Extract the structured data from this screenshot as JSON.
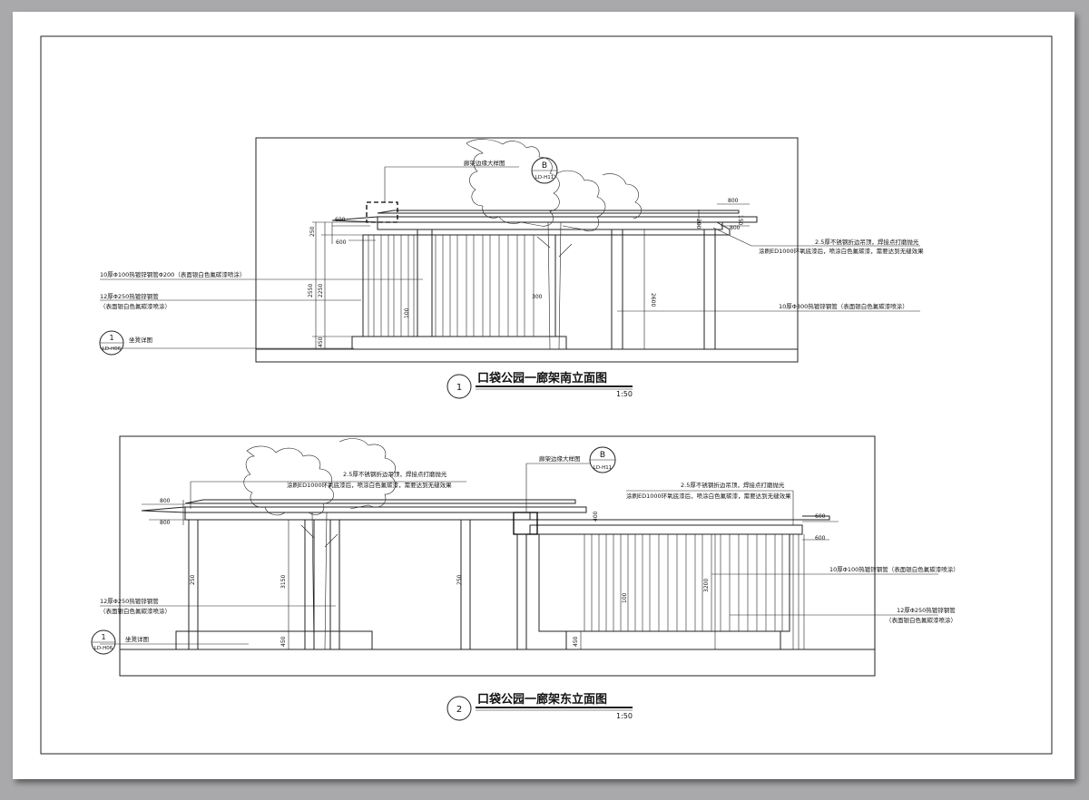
{
  "drawing1": {
    "detail_ref_label": "廊架边缘大样图",
    "detail_ref_letter": "B",
    "detail_ref_sheet": "LD-H11",
    "note_top_right_1": "2.5厚不锈钢折边吊顶，焊接点打磨抛光",
    "note_top_right_2": "涂刷ED1000环氧底漆后，喷涂白色氟碳漆，需要达到无缝效果",
    "note_left_1": "10厚Φ100热镀锌钢管Φ200（表面银白色氟碳漆喷涂）",
    "note_left_2a": "12厚Φ250热镀锌钢管",
    "note_left_2b": "（表面银白色氟碳漆喷涂）",
    "note_right": "10厚Φ300热镀锌钢管（表面银白色氟碳漆喷涂）",
    "seat_ref_num": "1",
    "seat_ref_sheet": "LD-H06",
    "seat_label": "坐凳详图",
    "dims": [
      "600",
      "600",
      "250",
      "2550",
      "2250",
      "450",
      "800",
      "800",
      "2600",
      "300",
      "100",
      "200",
      "150"
    ],
    "title_num": "1",
    "title": "口袋公园一廊架南立面图",
    "scale": "1:50"
  },
  "drawing2": {
    "detail_ref_label": "廊架边缘大样图",
    "detail_ref_letter": "B",
    "detail_ref_sheet": "LD-H11",
    "note_left_top_1": "2.5厚不锈钢折边吊顶，焊接点打磨抛光",
    "note_left_top_2": "涂刷ED1000环氧底漆后，喷涂白色氟碳漆，需要达到无缝效果",
    "note_mid_top_1": "2.5厚不锈钢折边吊顶，焊接点打磨抛光",
    "note_mid_top_2": "涂刷ED1000环氧底漆后，喷涂白色氟碳漆，需要达到无缝效果",
    "note_left_1": "12厚Φ250热镀锌钢管",
    "note_left_2": "（表面银白色氟碳漆喷涂）",
    "note_right_1": "10厚Φ100热镀锌钢管（表面银白色氟碳漆喷涂）",
    "note_right_2a": "12厚Φ250热镀锌钢管",
    "note_right_2b": "（表面银白色氟碳漆喷涂）",
    "seat_ref_num": "1",
    "seat_ref_sheet": "LD-H06",
    "seat_label": "坐凳详图",
    "dims": [
      "800",
      "800",
      "400",
      "3150",
      "450",
      "250",
      "600",
      "600",
      "3200",
      "100",
      "250",
      "450"
    ],
    "title_num": "2",
    "title": "口袋公园一廊架东立面图",
    "scale": "1:50"
  }
}
